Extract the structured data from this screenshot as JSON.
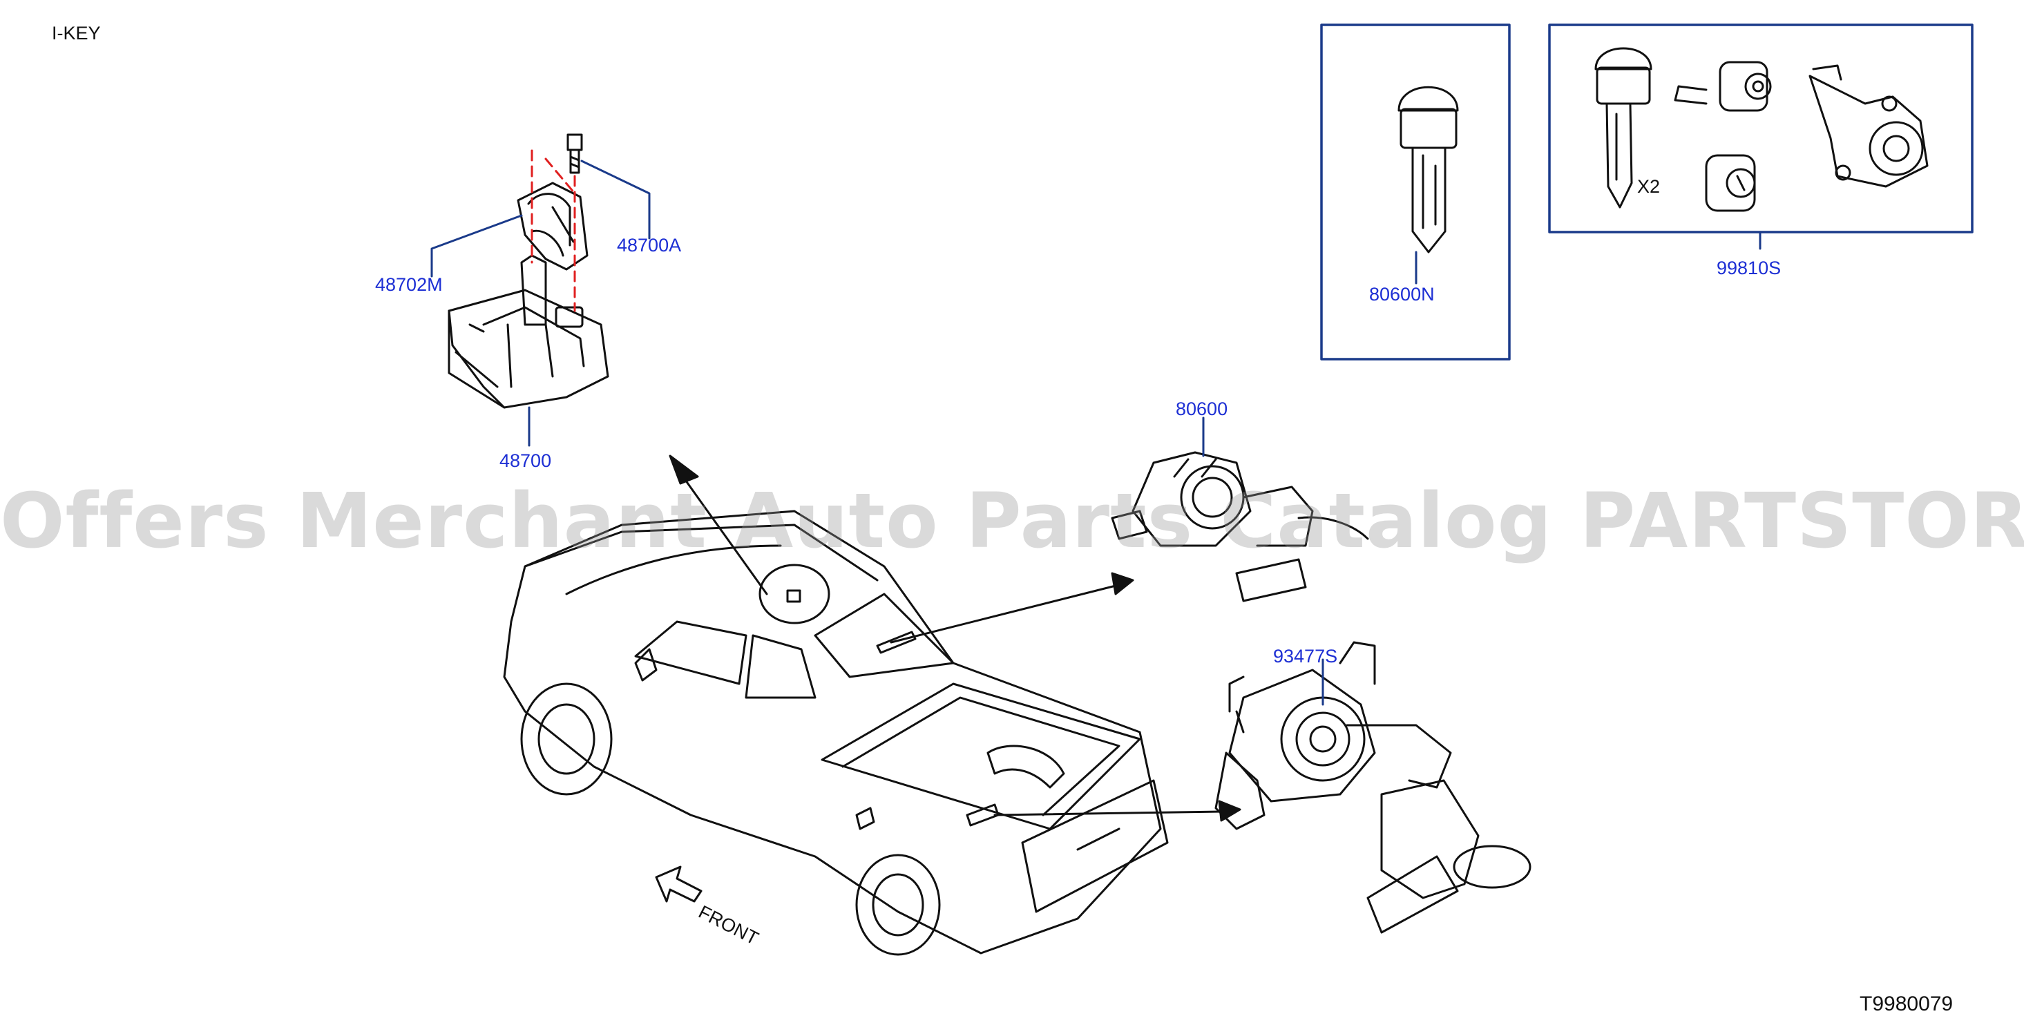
{
  "page": {
    "section_title": "I-KEY",
    "figure_code": "T9980079",
    "front_label": "FRONT",
    "watermark": "Offers Merchant Auto Parts Catalog PARTSTORE.SA"
  },
  "parts": {
    "p48700A": "48700A",
    "p48702M": "48702M",
    "p48700": "48700",
    "p80600N": "80600N",
    "p99810S": "99810S",
    "p80600": "80600",
    "p93477S": "93477S"
  },
  "kit_quantity": "X2",
  "colors": {
    "label": "#1d2fd4",
    "line": "#111111",
    "leader": "#1a3a8a",
    "dashed": "#e02020",
    "box": "#1a3a8a"
  }
}
